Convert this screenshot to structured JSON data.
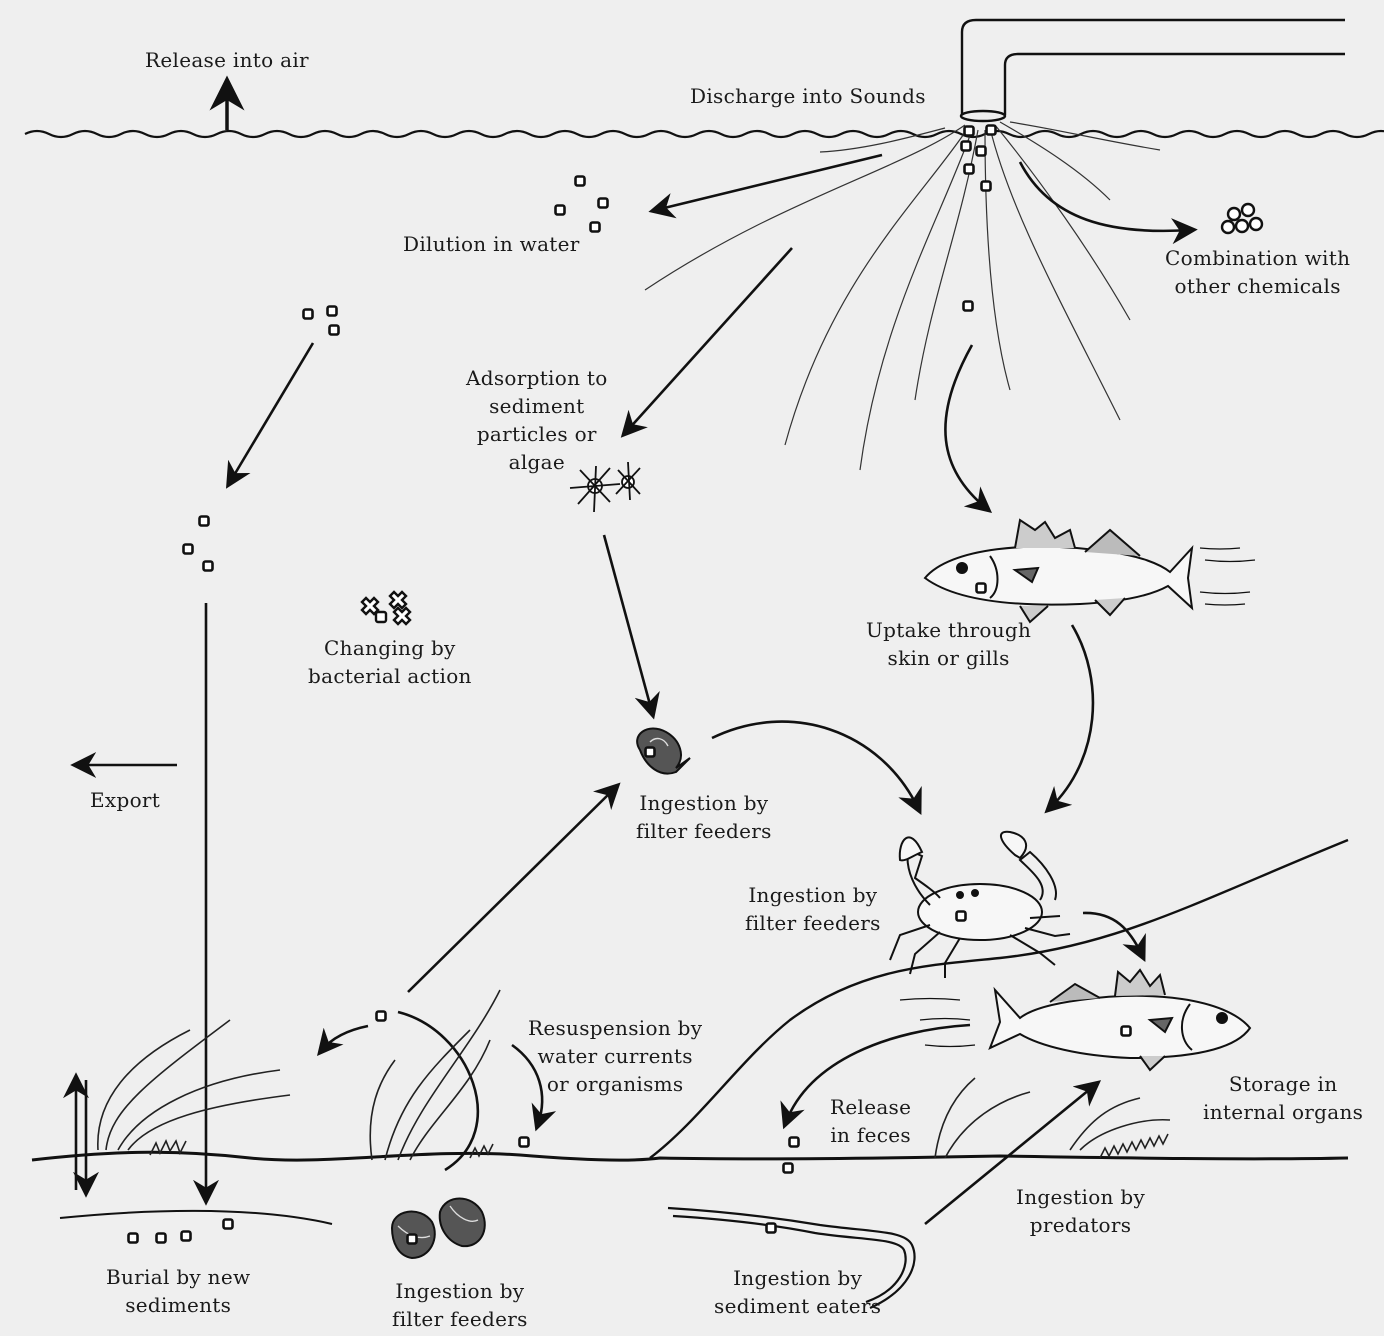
{
  "labels": {
    "release_air": "Release into air",
    "discharge": "Discharge into Sounds",
    "dilution": "Dilution in water",
    "combination": [
      "Combination with",
      "other chemicals"
    ],
    "adsorption": [
      "Adsorption to",
      "sediment",
      "particles or",
      "algae"
    ],
    "uptake": [
      "Uptake through",
      "skin or gills"
    ],
    "changing": [
      "Changing by",
      "bacterial action"
    ],
    "export": "Export",
    "ingestion_filter_mid": [
      "Ingestion by",
      "filter feeders"
    ],
    "ingestion_filter_crab": [
      "Ingestion by",
      "filter feeders"
    ],
    "resuspension": [
      "Resuspension by",
      "water currents",
      "or organisms"
    ],
    "release_feces": [
      "Release",
      "in feces"
    ],
    "storage": [
      "Storage in",
      "internal organs"
    ],
    "ingestion_predators": [
      "Ingestion by",
      "predators"
    ],
    "burial": [
      "Burial by new",
      "sediments"
    ],
    "ingestion_filter_bottom": [
      "Ingestion by",
      "filter feeders"
    ],
    "ingestion_sediment": [
      "Ingestion by",
      "sediment eaters"
    ]
  }
}
